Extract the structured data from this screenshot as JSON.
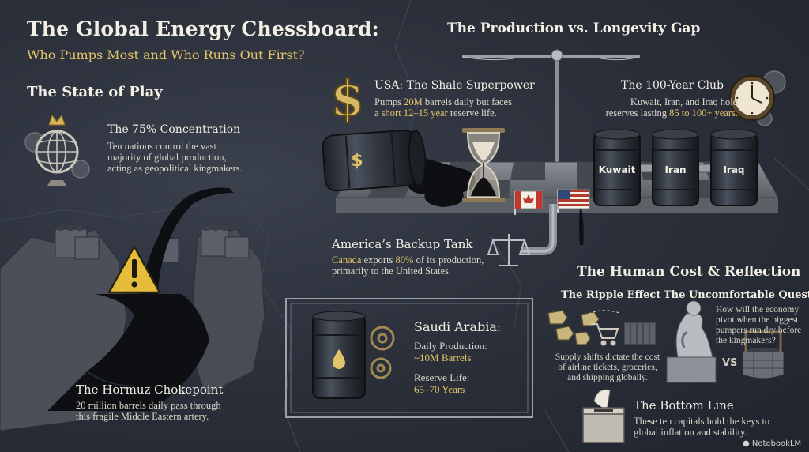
{
  "title": "The Global Energy Chessboard:",
  "subtitle": "Who Pumps Most and Who Runs Out First?",
  "state_of_play": {
    "heading": "The State of Play",
    "concentration_title": "The 75% Concentration",
    "concentration_text": [
      "Ten nations control the vast",
      "majority of global production,",
      "acting as geopolitical kingmakers."
    ]
  },
  "hormuz": {
    "title": "The Hormuz Chokepoint",
    "text": [
      "20 million barrels daily pass through",
      "this fragile Middle Eastern artery."
    ]
  },
  "gap": {
    "heading": "The Production vs. Longevity Gap",
    "usa_title": "USA: The Shale Superpower",
    "usa_l1_a": "Pumps ",
    "usa_l1_b": "20M",
    "usa_l1_c": " barrels daily but faces",
    "usa_l2_a": "a ",
    "usa_l2_b": "short 12–15 year",
    "usa_l2_c": " reserve life.",
    "club_title": "The 100-Year Club",
    "club_l1": "Kuwait, Iran, and Iraq hold",
    "club_l2_a": "reserves lasting ",
    "club_l2_b": "85 to 100+ years.",
    "barrel_labels": [
      "Kuwait",
      "Iran",
      "Iraq"
    ]
  },
  "backup": {
    "title": "America’s Backup Tank",
    "l1_a": "Canada",
    "l1_b": " exports ",
    "l1_c": "80%",
    "l1_d": " of its production,",
    "l2": "primarily to the United States."
  },
  "saudi": {
    "title": "Saudi Arabia:",
    "prod_label": "Daily Production:",
    "prod_value": "~10M Barrels",
    "life_label": "Reserve Life:",
    "life_value": "65–70 Years"
  },
  "human": {
    "heading": "The Human Cost & Reflection",
    "ripple_title": "The Ripple Effect",
    "ripple_text": [
      "Supply shifts dictate the cost",
      "of airline tickets, groceries,",
      "and shipping globally."
    ],
    "question_title": "The Uncomfortable Question",
    "question_text": [
      "How will the economy",
      "pivot when the biggest",
      "pumpers run dry before",
      "the kingmakers?"
    ],
    "vs": "VS"
  },
  "bottom": {
    "title": "The Bottom Line",
    "text": [
      "These ten capitals hold the keys to",
      "global inflation and stability."
    ]
  },
  "watermark": "NotebookLM",
  "icons": [
    "globe-icon",
    "crown-icon",
    "gear-icon",
    "dollar-sign-icon",
    "clock-icon",
    "hourglass-icon",
    "barrel-icon",
    "scale-icon",
    "warning-icon",
    "ballot-box-icon",
    "thinker-statue-icon",
    "well-icon",
    "cart-icon",
    "price-tag-icon",
    "canada-flag-icon",
    "usa-flag-icon"
  ],
  "colors": {
    "background": "#2c313c",
    "accent_gold": "#e3c46a",
    "text": "#f2efe4",
    "oil": "#0d0f12"
  }
}
